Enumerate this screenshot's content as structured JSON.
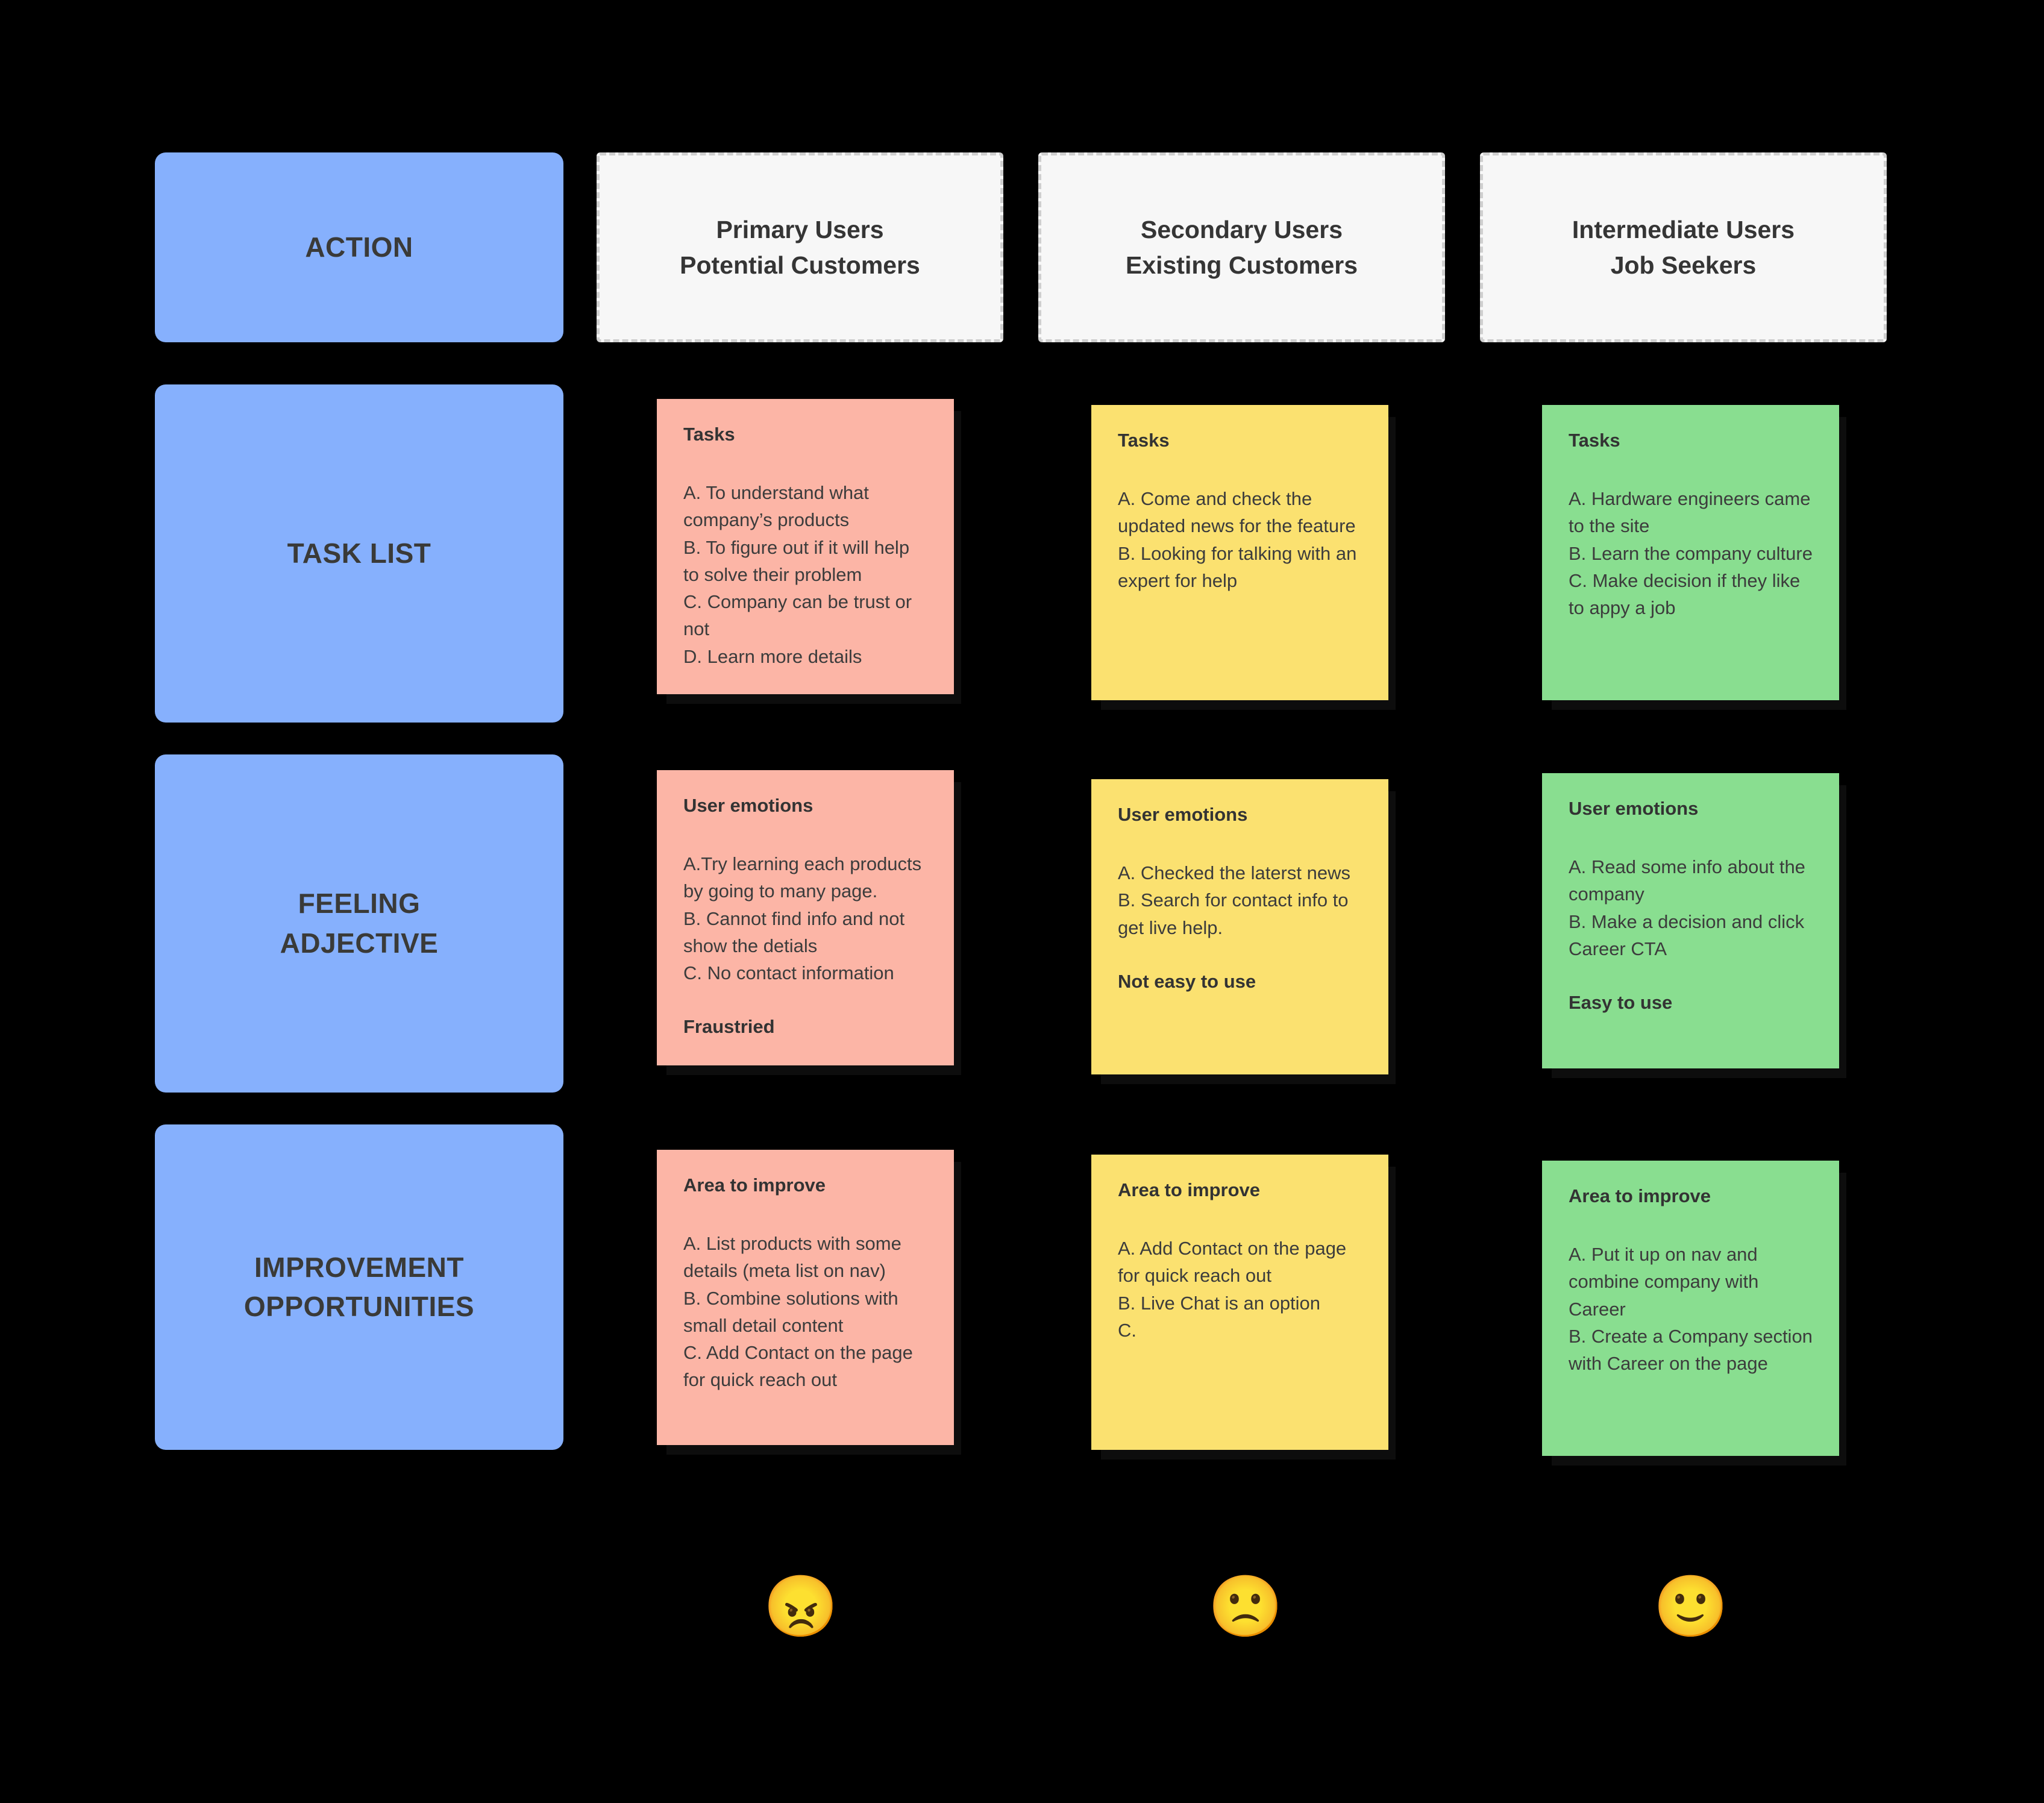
{
  "board": {
    "background_color": "#000000",
    "row_label_color": "#86B0FD",
    "persona_card_color": "#F7F7F7",
    "sticky_colors": {
      "pink": "#FCB5A6",
      "yellow": "#FBE170",
      "green": "#89DE90"
    }
  },
  "row_labels": [
    {
      "id": "action",
      "text": "ACTION"
    },
    {
      "id": "task-list",
      "text": "TASK LIST"
    },
    {
      "id": "feeling",
      "text": "FEELING\nADJECTIVE"
    },
    {
      "id": "improvement",
      "text": "IMPROVEMENT\nOPPORTUNITIES"
    }
  ],
  "personas": [
    {
      "id": "primary",
      "text": "Primary Users\nPotential Customers"
    },
    {
      "id": "secondary",
      "text": "Secondary Users\nExisting Customers"
    },
    {
      "id": "intermediate",
      "text": "Intermediate Users\nJob Seekers"
    }
  ],
  "tasks": {
    "primary": {
      "title": "Tasks",
      "body": "A. To understand what company’s products\nB. To figure out if it will help to solve their problem\nC. Company can be trust or not\nD. Learn more details"
    },
    "secondary": {
      "title": "Tasks",
      "body": "A. Come and check the updated news for the feature\nB. Looking for talking with an expert for help"
    },
    "intermediate": {
      "title": "Tasks",
      "body": "A. Hardware engineers came to the site\nB. Learn the company culture\nC. Make decision if they like to appy a job"
    }
  },
  "emotions": {
    "primary": {
      "title": "User emotions",
      "body": "A.Try learning each products by going to many page.\nB. Cannot find info and not show the detials\nC. No contact information",
      "adjective": "Fraustried"
    },
    "secondary": {
      "title": "User emotions",
      "body": "A. Checked the laterst news\nB. Search for contact info to get live help.",
      "adjective": "Not easy to use"
    },
    "intermediate": {
      "title": "User emotions",
      "body": "A.  Read some info about the company\nB. Make a decision and click Career CTA",
      "adjective": "Easy to use"
    }
  },
  "improvements": {
    "primary": {
      "title": "Area to improve",
      "body": "A. List products with some details (meta list on nav)\nB. Combine solutions with small detail content\nC. Add Contact on the page for quick reach out"
    },
    "secondary": {
      "title": "Area to improve",
      "body": "A. Add Contact on the page for quick reach out\nB. Live Chat is an option\nC."
    },
    "intermediate": {
      "title": "Area to improve",
      "body": "A. Put it up on nav and combine company with Career\nB. Create a Company section with Career on the page"
    }
  },
  "sentiment": [
    {
      "id": "primary",
      "icon": "angry-face-icon",
      "glyph": "😠"
    },
    {
      "id": "secondary",
      "icon": "frowning-face-icon",
      "glyph": "🙁"
    },
    {
      "id": "intermediate",
      "icon": "slightly-smiling-face-icon",
      "glyph": "🙂"
    }
  ]
}
